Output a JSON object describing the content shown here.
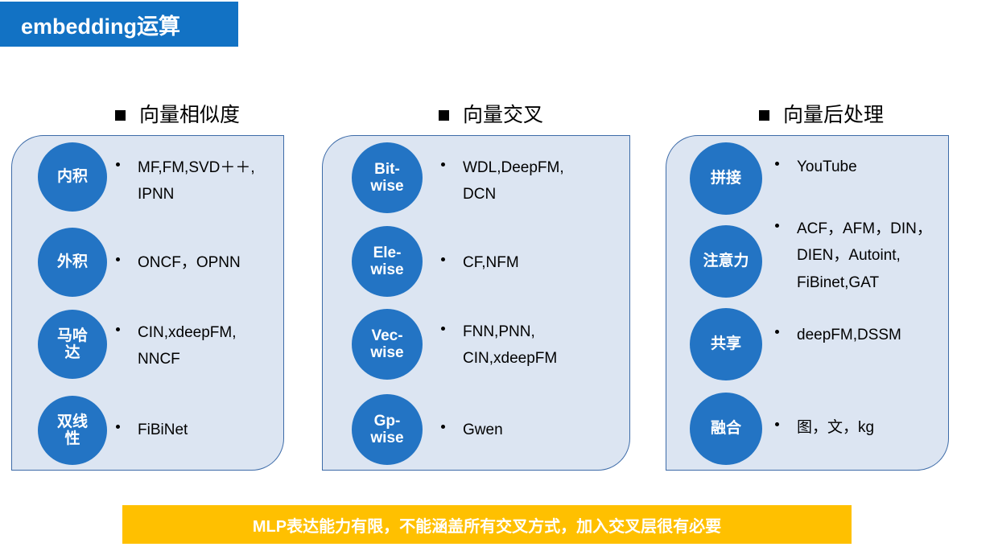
{
  "slide": {
    "title": "embedding运算",
    "title_bg": "#1272C4",
    "panel_bg": "#DCE5F2",
    "panel_border": "#3D6BA8",
    "circle_color": "#2374C4",
    "footer_bg": "#FFC000"
  },
  "columns": [
    {
      "header": "向量相似度",
      "header_bullet": "square-bullet",
      "rows": [
        {
          "circle": "内积",
          "items": "MF,FM,SVD＋＋,\nIPNN"
        },
        {
          "circle": "外积",
          "items": "ONCF，OPNN"
        },
        {
          "circle": "马哈达",
          "items": "CIN,xdeepFM,\nNNCF"
        },
        {
          "circle": "双线性",
          "items": "FiBiNet"
        }
      ]
    },
    {
      "header": "向量交叉",
      "header_bullet": "square-bullet",
      "rows": [
        {
          "circle": "Bit-wise",
          "items": "WDL,DeepFM,\nDCN"
        },
        {
          "circle": "Ele-wise",
          "items": "CF,NFM"
        },
        {
          "circle": "Vec-wise",
          "items": "FNN,PNN,\nCIN,xdeepFM"
        },
        {
          "circle": "Gp-wise",
          "items": "Gwen"
        }
      ]
    },
    {
      "header": "向量后处理",
      "header_bullet": "square-bullet",
      "rows": [
        {
          "circle": "拼接",
          "items": "YouTube"
        },
        {
          "circle": "注意力",
          "items": "ACF，AFM，DIN，\nDIEN，Autoint,\nFiBinet,GAT"
        },
        {
          "circle": "共享",
          "items": "deepFM,DSSM"
        },
        {
          "circle": "融合",
          "items": "图，文，kg"
        }
      ]
    }
  ],
  "footer": {
    "text": "MLP表达能力有限，不能涵盖所有交叉方式，加入交叉层很有必要"
  }
}
